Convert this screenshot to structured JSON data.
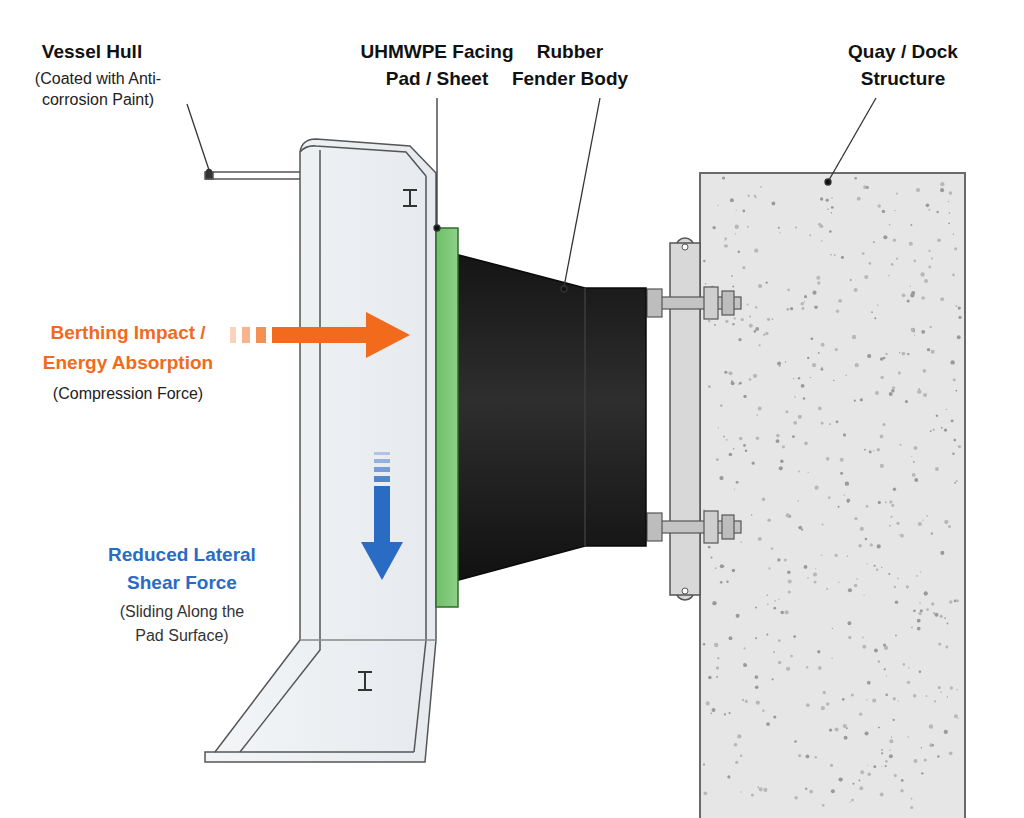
{
  "diagram": {
    "labels": [
      "Vessel Hull",
      "(Coated with Anti-corrosion Paint)",
      "UHMWPE Facing Pad / Sheet",
      "Rubber Fender Body",
      "Quay / Dock Structure",
      "Berthing Impact / Energy Absorption",
      "(Compression Force)",
      "Reduced Lateral Shear Force",
      "(Sliding Along the Pad Surface)"
    ]
  }
}
